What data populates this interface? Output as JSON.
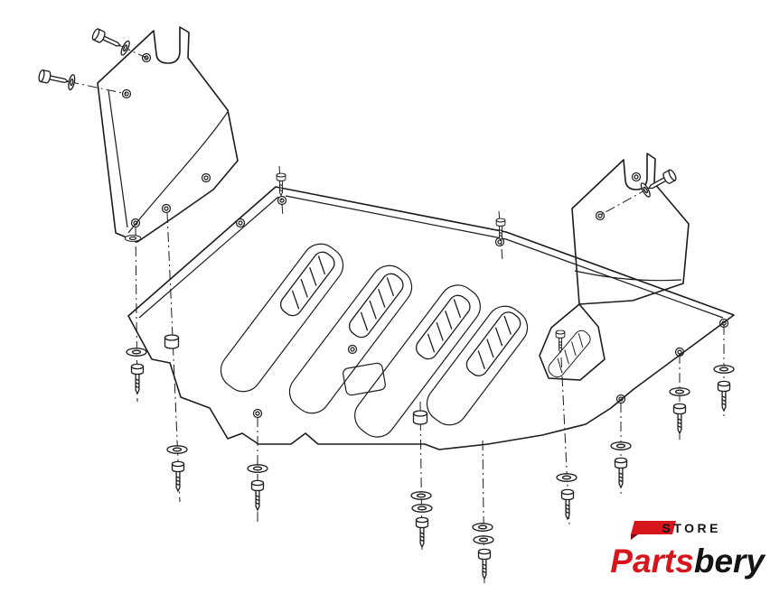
{
  "logo": {
    "store_label": "STORE",
    "brand_first": "Parts",
    "brand_second": "bery",
    "colors": {
      "red": "#d6151c",
      "dark": "#141414"
    }
  },
  "diagram": {
    "line_color": "#1c1c1c",
    "background": "#ffffff",
    "parts": [
      "skid-plate",
      "left-mounting-bracket",
      "right-mounting-bracket",
      "bolts",
      "washers",
      "spacer-bushings"
    ]
  }
}
